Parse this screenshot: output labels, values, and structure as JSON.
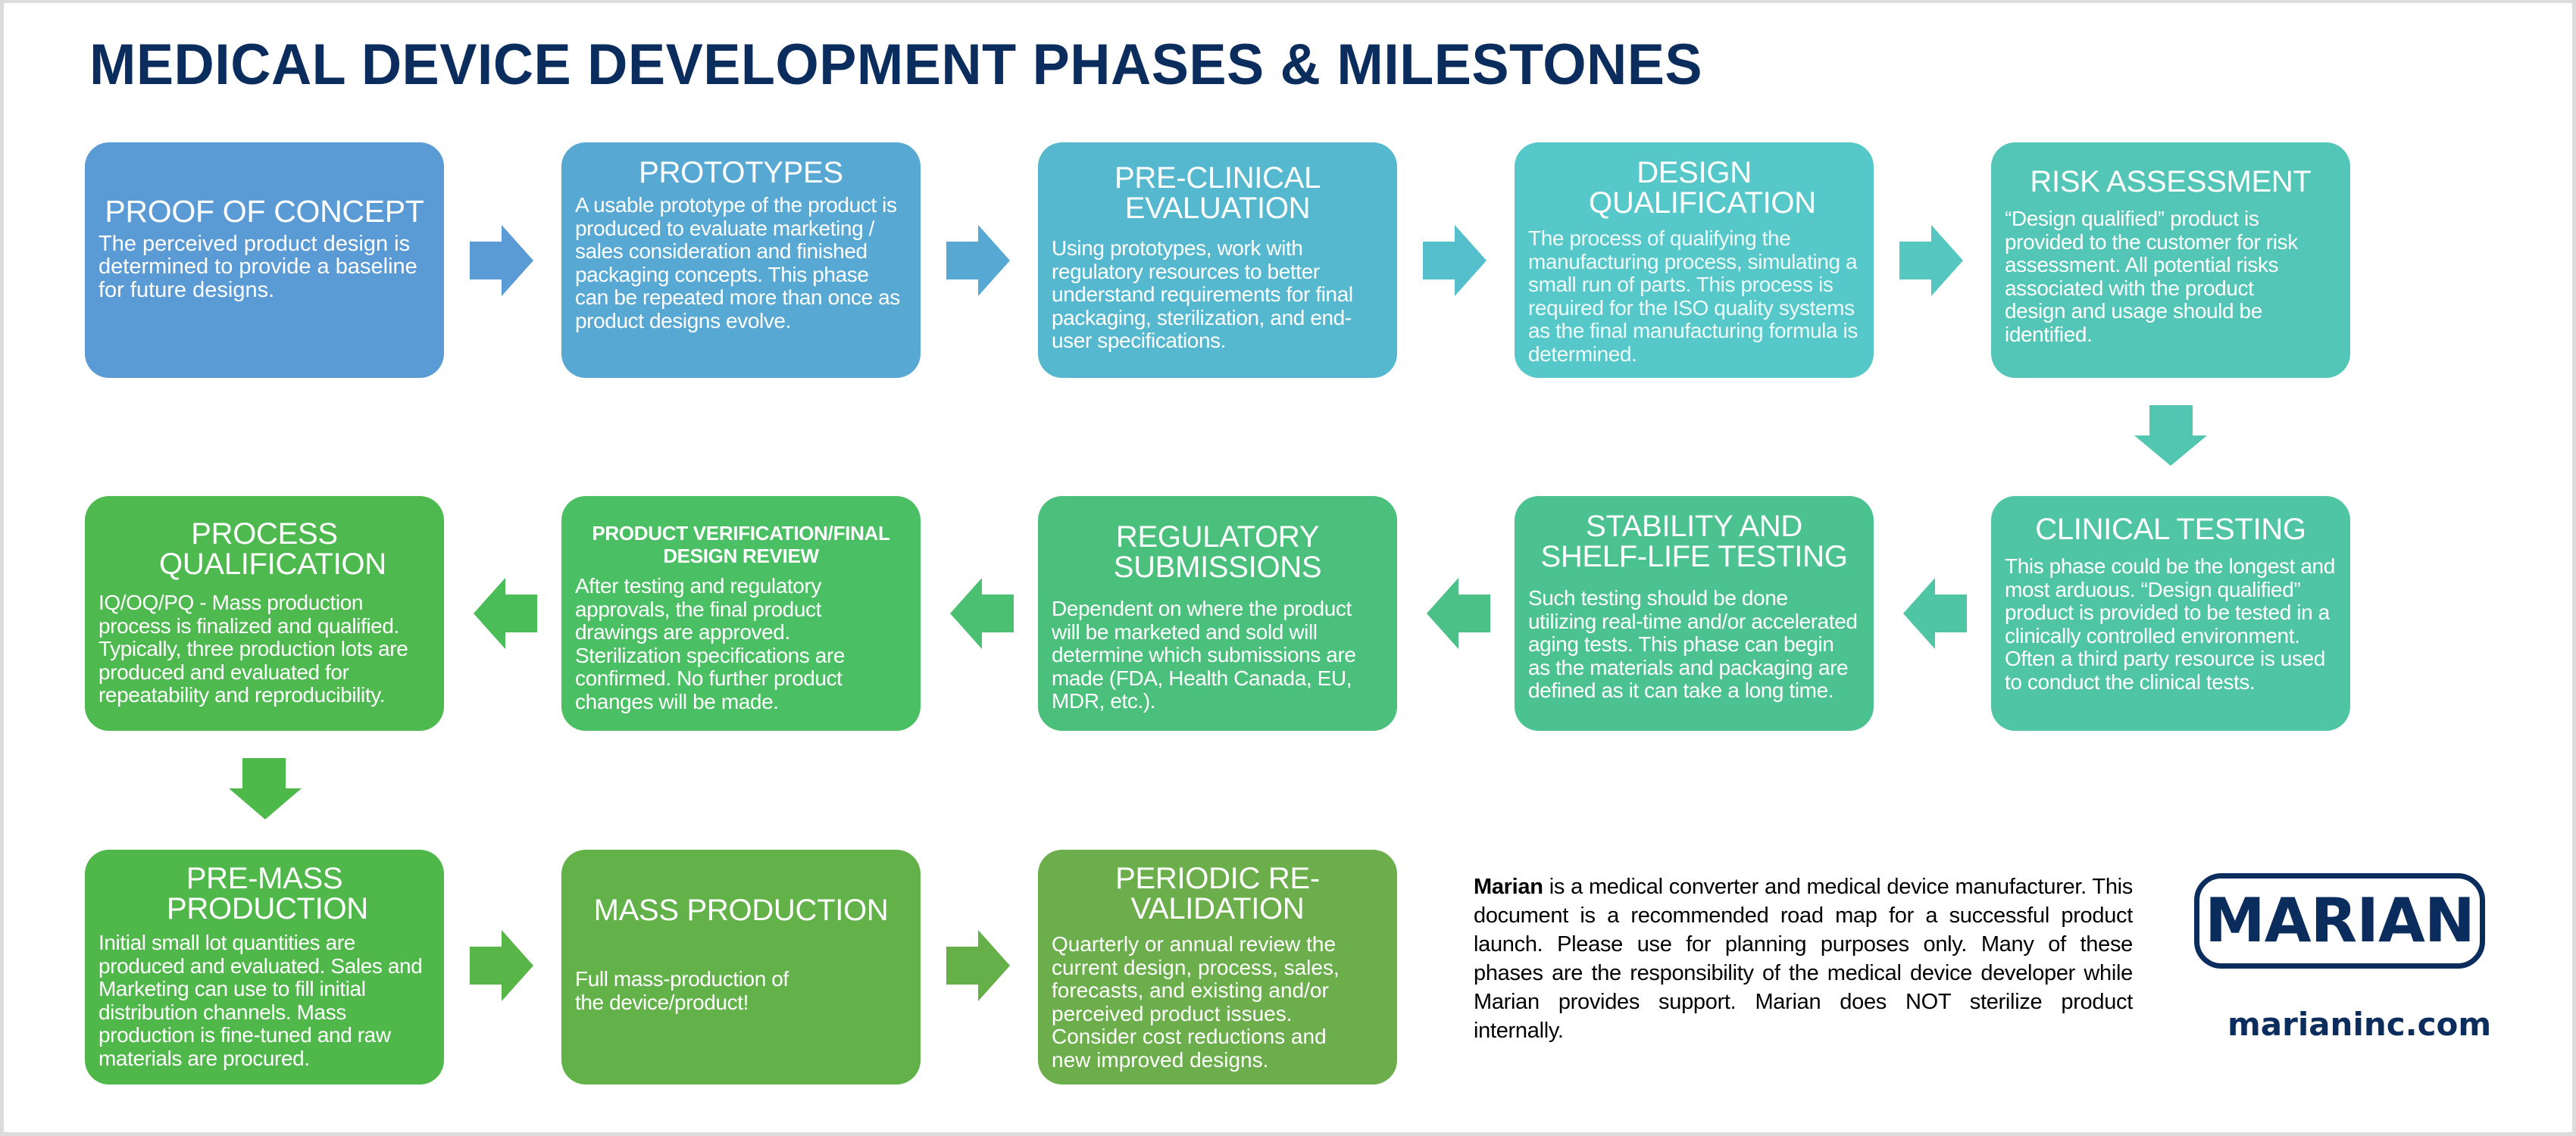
{
  "title": "MEDICAL DEVICE DEVELOPMENT PHASES & MILESTONES",
  "colors": {
    "title": "#0b2d5e",
    "proof_of_concept": "#5b9bd5",
    "prototypes": "#57a9d4",
    "pre_clinical": "#55b8cf",
    "design_qualification": "#57c8c9",
    "risk_assessment": "#53c6b7",
    "clinical_testing": "#4fc5a3",
    "stability": "#4cc291",
    "regulatory": "#4bc07d",
    "product_verification": "#4abf63",
    "process_qualification": "#4db94e",
    "pre_mass_production": "#50b84a",
    "mass_production": "#62b249",
    "periodic_revalidation": "#6bae4b"
  },
  "phases": [
    {
      "title": "PROOF OF CONCEPT",
      "description": "The perceived product design is determined to provide a baseline for future designs."
    },
    {
      "title": "PROTOTYPES",
      "description": "A usable prototype of the product is produced to evaluate marketing / sales consideration and finished packaging concepts. This phase can be repeated more than once as product designs evolve."
    },
    {
      "title": "PRE-CLINICAL EVALUATION",
      "description": "Using prototypes, work with regulatory resources to better understand requirements for final packaging, sterilization, and end-user specifications."
    },
    {
      "title": "DESIGN QUALIFICATION",
      "description": "The process of qualifying the manufacturing process, simulating a small run of parts. This process is required for the ISO quality systems as the final manufacturing formula is determined."
    },
    {
      "title": "RISK ASSESSMENT",
      "description": "“Design qualified” product is provided to the customer for risk assessment. All potential risks associated with the product design and usage should be identified."
    },
    {
      "title": "CLINICAL TESTING",
      "description": "This phase could be the longest and most arduous. “Design qualified” product is provided to be tested in a clinically controlled environment. Often a third party resource is used to conduct the clinical tests."
    },
    {
      "title": "STABILITY AND SHELF-LIFE TESTING",
      "description": "Such testing should be done utilizing real-time and/or accelerated aging tests. This phase can begin as the materials and packaging are defined as it can take a long time."
    },
    {
      "title": "REGULATORY SUBMISSIONS",
      "description": "Dependent on where the product will be marketed and sold will determine which submissions are made (FDA, Health Canada, EU, MDR, etc.)."
    },
    {
      "title": "PRODUCT VERIFICATION/FINAL DESIGN REVIEW",
      "description": "After testing and regulatory approvals, the final product drawings are approved. Sterilization specifications are confirmed. No further product changes will be made."
    },
    {
      "title": "PROCESS QUALIFICATION",
      "description": "IQ/OQ/PQ - Mass production process is finalized and qualified. Typically, three production lots are produced and evaluated for repeatability and reproducibility."
    },
    {
      "title": "PRE-MASS PRODUCTION",
      "description": "Initial small lot quantities are produced and evaluated. Sales and Marketing can use to fill initial distribution channels. Mass production is fine-tuned and raw materials are procured."
    },
    {
      "title": "MASS PRODUCTION",
      "description": "Full mass-production of the device/product!"
    },
    {
      "title": "PERIODIC RE-VALIDATION",
      "description": "Quarterly or annual review the current design, process, sales, forecasts, and existing and/or perceived product issues. Consider cost reductions and new improved designs."
    }
  ],
  "about": {
    "company": "Marian",
    "text": " is a medical converter and medical device manufacturer. This document is a recommended road map for a successful product launch. Please use for planning purposes only. Many of these phases are the responsibility of the medical device developer while Marian provides support. Marian does NOT sterilize product internally."
  },
  "logo": {
    "name": "MARIAN",
    "url": "marianinc.com"
  }
}
